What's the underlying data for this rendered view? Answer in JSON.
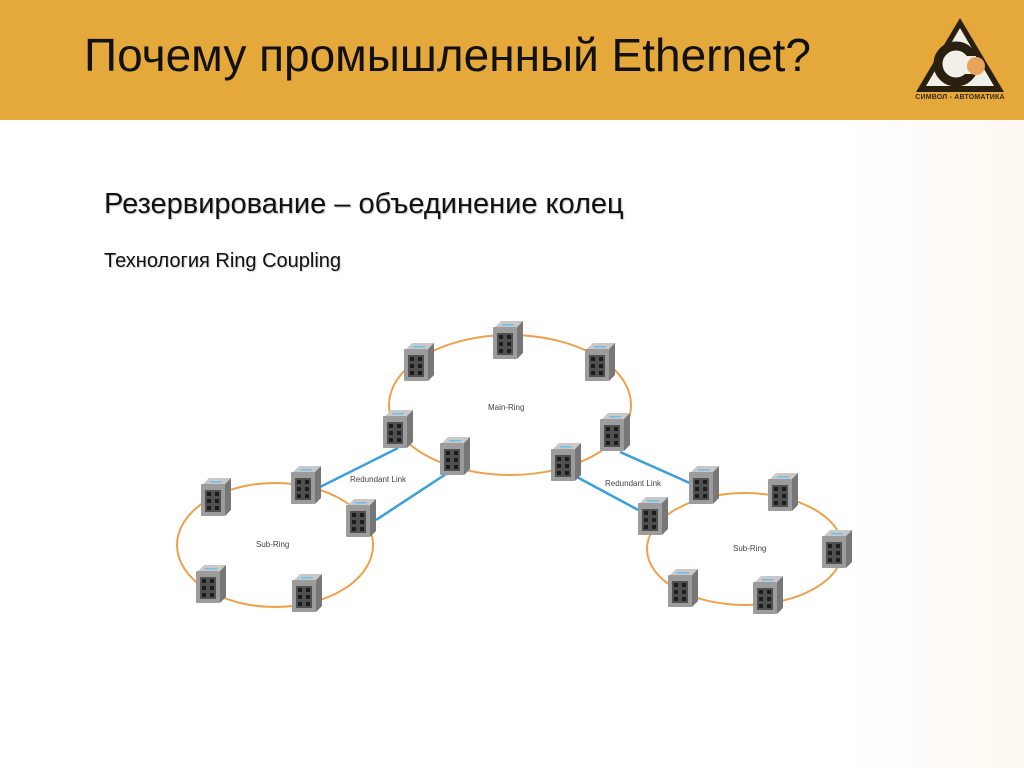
{
  "header": {
    "title": "Почему промышленный Ethernet?",
    "logo_text": "СИМВОЛ - АВТОМАТИКА"
  },
  "content": {
    "heading": "Резервирование – объединение колец",
    "subheading": "Технология Ring Coupling"
  },
  "diagram": {
    "labels": {
      "main_ring": "Main-Ring",
      "left_sub_ring": "Sub-Ring",
      "right_sub_ring": "Sub-Ring",
      "left_redundant_link": "Redundant Link",
      "right_redundant_link": "Redundant Link"
    }
  },
  "colors": {
    "header_bg": "#e5a83a",
    "ring": "#f0a04a",
    "redundant_link": "#3aa0d8",
    "logo_accent": "#e8a25a"
  },
  "icons": {
    "switch": "industrial-switch-icon",
    "logo": "ca-logo-icon"
  }
}
